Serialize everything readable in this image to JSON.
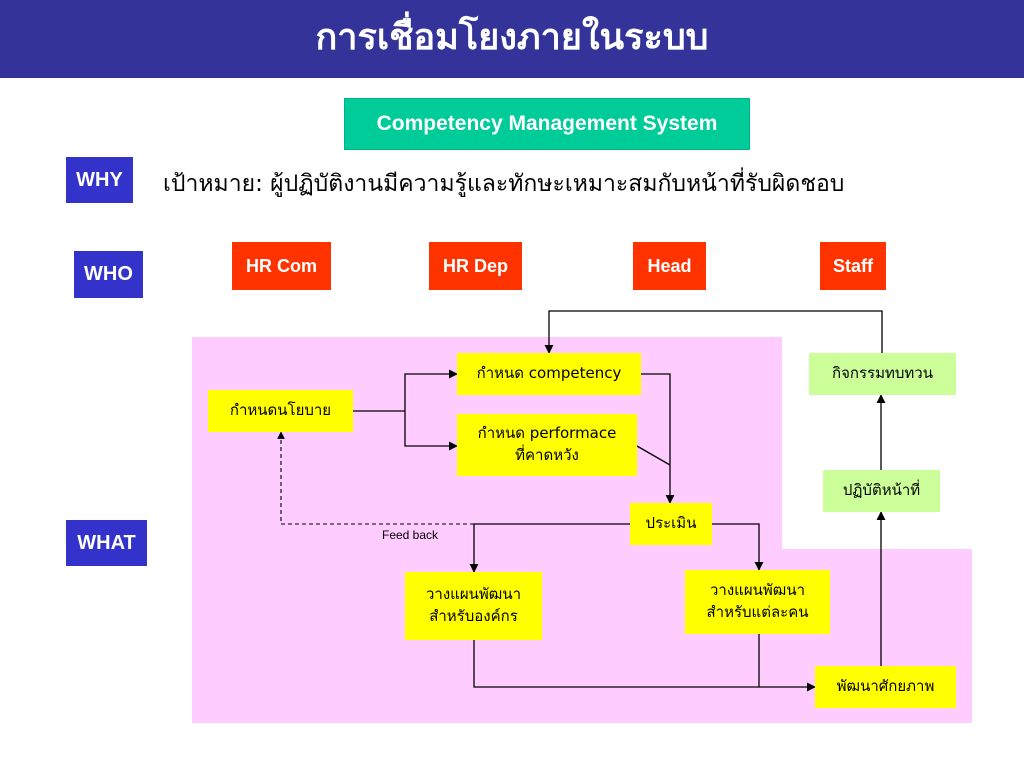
{
  "title": "การเชื่อมโยงภายในระบบ",
  "system": "Competency Management System",
  "labels": {
    "why": "WHY",
    "who": "WHO",
    "what": "WHAT"
  },
  "goal": "เป้าหมาย: ผู้ปฏิบัติงานมีความรู้และทักษะเหมาะสมกับหน้าที่รับผิดชอบ",
  "actors": {
    "hr_com": "HR Com",
    "hr_dep": "HR Dep",
    "head": "Head",
    "staff": "Staff"
  },
  "nodes": {
    "policy": "กำหนดนโยบาย",
    "define_competency": "กำหนด competency",
    "define_performance_line1": "กำหนด performace",
    "define_performance_line2": "ที่คาดหวัง",
    "evaluate": "ประเมิน",
    "org_plan_line1": "วางแผนพัฒนา",
    "org_plan_line2": "สำหรับองค์กร",
    "indiv_plan_line1": "วางแผนพัฒนา",
    "indiv_plan_line2": "สำหรับแต่ละคน",
    "develop": "พัฒนาศักยภาพ",
    "review": "กิจกรรมทบทวน",
    "perform": "ปฏิบัติหน้าที่"
  },
  "feedback": "Feed back",
  "colors": {
    "title_bar": "#333399",
    "system_box": "#00cc99",
    "label_box": "#3333cc",
    "actor_box": "#ff3300",
    "node_yellow": "#ffff00",
    "node_green": "#ccff99",
    "region_pink": "#ffccff"
  }
}
